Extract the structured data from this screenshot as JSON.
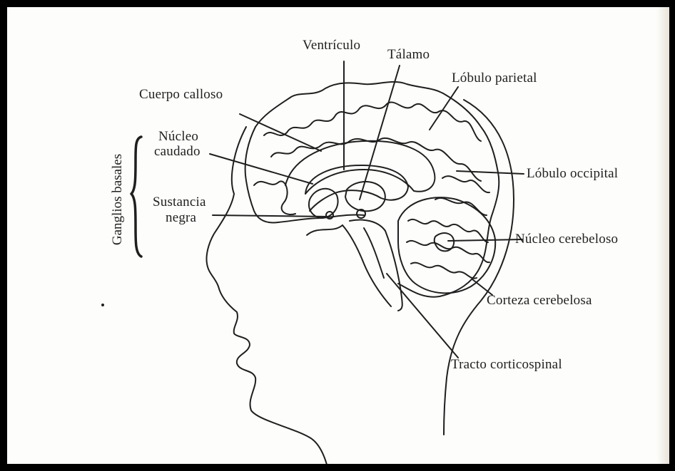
{
  "labels": {
    "ventriculo": "Ventrículo",
    "talamo": "Tálamo",
    "lobulo_parietal": "Lóbulo parietal",
    "cuerpo_calloso": "Cuerpo calloso",
    "nucleo_caudado_1": "Núcleo",
    "nucleo_caudado_2": "caudado",
    "lobulo_occipital": "Lóbulo occipital",
    "sustancia_negra_1": "Sustancia",
    "sustancia_negra_2": "negra",
    "nucleo_cerebeloso": "Núcleo cerebeloso",
    "corteza_cerebelosa": "Corteza cerebelosa",
    "tracto_corticospinal": "Tracto corticospinal",
    "ganglios_basales": "Ganglios basales"
  },
  "colors": {
    "ink": "#1f1f1f",
    "border": "#000000",
    "paper": "#fdfdfb"
  }
}
